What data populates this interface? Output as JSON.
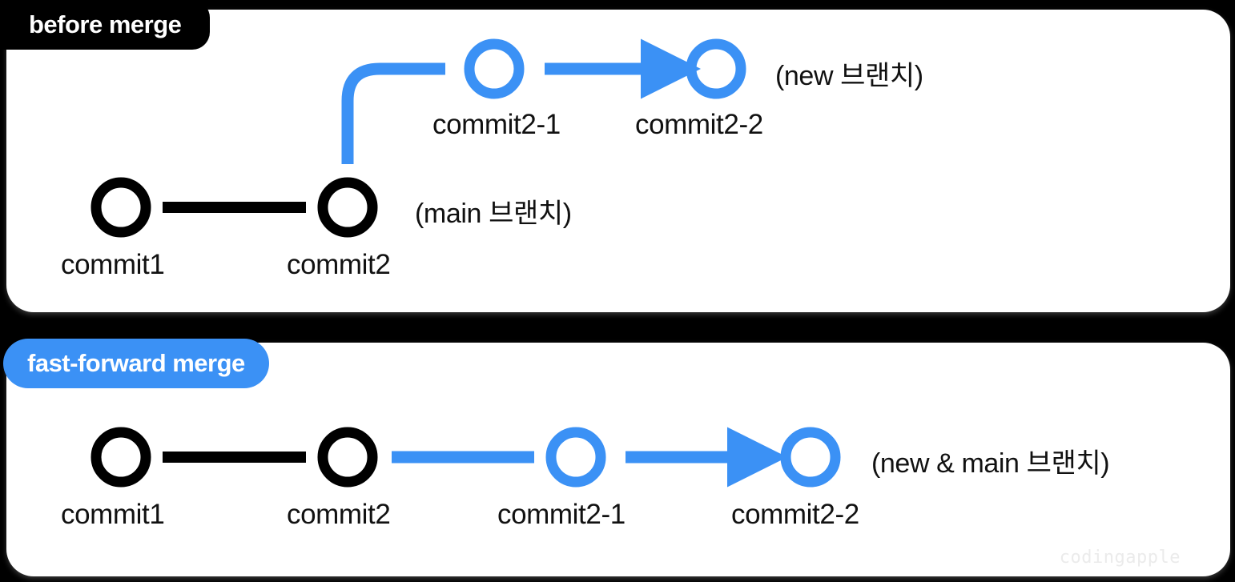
{
  "page": {
    "background_color": "#000000",
    "panel_color": "#ffffff",
    "accent_blue": "#3b91f5",
    "ink_black": "#000000",
    "watermark": "codingapple"
  },
  "panels": [
    {
      "id": "before-merge",
      "badge_label": "before merge",
      "badge_bg": "#000000",
      "badge_text_color": "#ffffff",
      "nodes": [
        {
          "id": "commit1",
          "label": "commit1",
          "color": "#000000"
        },
        {
          "id": "commit2",
          "label": "commit2",
          "color": "#000000"
        },
        {
          "id": "commit2-1",
          "label": "commit2-1",
          "color": "#3b91f5"
        },
        {
          "id": "commit2-2",
          "label": "commit2-2",
          "color": "#3b91f5"
        }
      ],
      "branch_labels": [
        {
          "id": "new-branch",
          "text": "(new 브랜치)"
        },
        {
          "id": "main-branch",
          "text": "(main 브랜치)"
        }
      ]
    },
    {
      "id": "fast-forward-merge",
      "badge_label": "fast-forward merge",
      "badge_bg": "#3b91f5",
      "badge_text_color": "#ffffff",
      "nodes": [
        {
          "id": "commit1",
          "label": "commit1",
          "color": "#000000"
        },
        {
          "id": "commit2",
          "label": "commit2",
          "color": "#000000"
        },
        {
          "id": "commit2-1",
          "label": "commit2-1",
          "color": "#3b91f5"
        },
        {
          "id": "commit2-2",
          "label": "commit2-2",
          "color": "#3b91f5"
        }
      ],
      "branch_labels": [
        {
          "id": "new-and-main-branch",
          "text": "(new & main 브랜치)"
        }
      ]
    }
  ]
}
